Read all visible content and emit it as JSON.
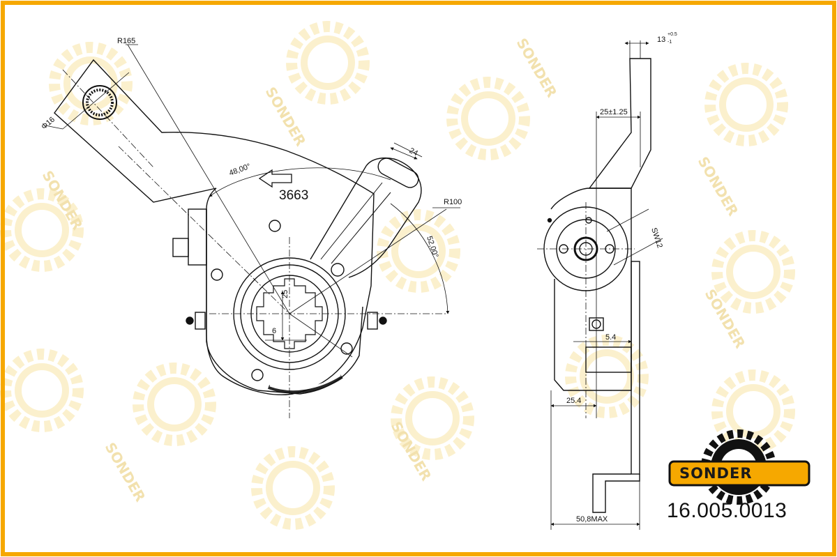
{
  "colors": {
    "frame": "#f6a800",
    "watermark": "#fbeec4",
    "line": "#111111",
    "logo_bg": "#f6a800"
  },
  "watermark": {
    "text": "SONDER"
  },
  "logo": {
    "text": "SONDER",
    "icon": "gear-icon"
  },
  "part_number": "16.005.0013",
  "front_view": {
    "radius_top": "R165",
    "hole_diameter": "Φ16",
    "angle_upper": "48,00°",
    "angle_lower": "52,00°",
    "slot_width": "24",
    "radius_arc": "R100",
    "stamp": "3663",
    "spline_height": "25",
    "spline_width": "6"
  },
  "side_view": {
    "arm_offset": "13",
    "arm_offset_tol_upper": "+0.5",
    "arm_offset_tol_lower": "-1",
    "center_offset": "25±1.25",
    "hex_size": "SW12",
    "nipple_offset": "5.4",
    "body_width": "25.4",
    "overall_width": "50,8MAX"
  }
}
